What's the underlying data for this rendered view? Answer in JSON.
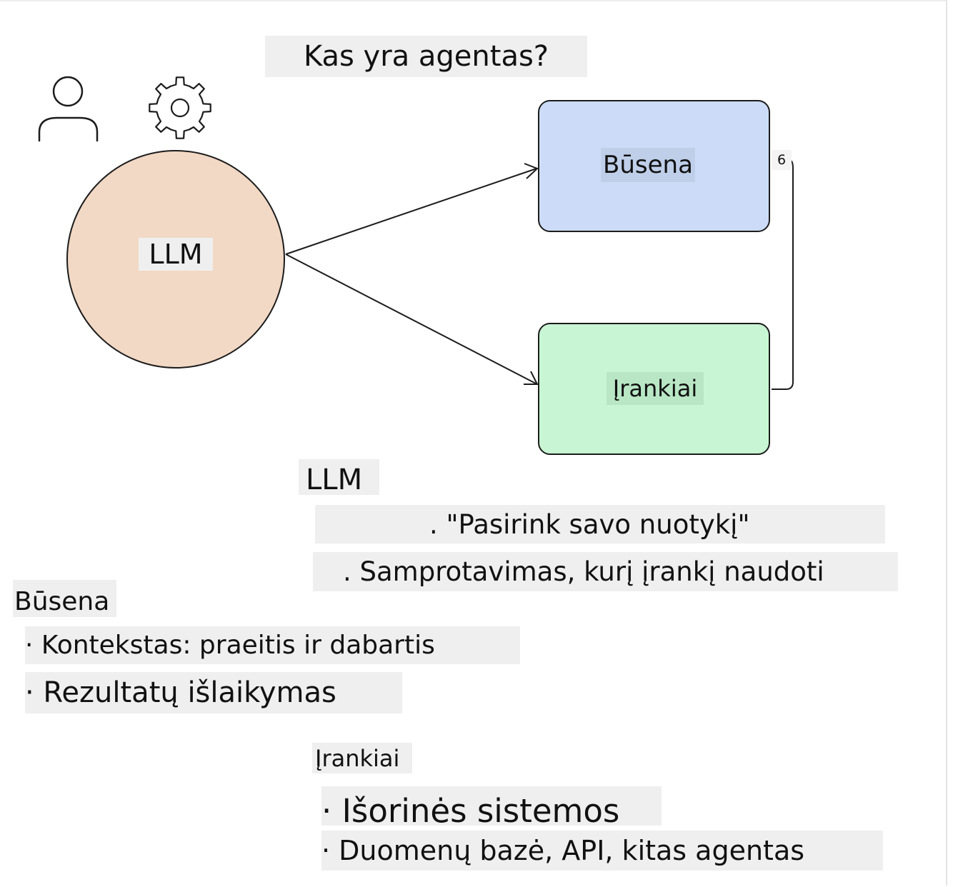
{
  "title": "Kas yra agentas?",
  "icons": {
    "user": "user-icon",
    "settings": "gear-icon"
  },
  "nodes": {
    "llm": "LLM",
    "state": "Būsena",
    "tools": "Įrankiai",
    "loop_badge": "6"
  },
  "colors": {
    "llm_fill": "#f2d9c5",
    "state_fill": "#ccdcf8",
    "tools_fill": "#c8f5d4",
    "label_bg": "#efefef",
    "stroke": "#1c1c1c"
  },
  "sections": {
    "llm": {
      "heading": "LLM",
      "items": [
        ". \"Pasirink savo nuotykį\"",
        ". Samprotavimas, kurį įrankį naudoti"
      ]
    },
    "state": {
      "heading": "Būsena",
      "items": [
        "· Kontekstas: praeitis ir dabartis",
        "· Rezultatų išlaikymas"
      ]
    },
    "tools": {
      "heading": "Įrankiai",
      "items": [
        "· Išorinės sistemos",
        "· Duomenų bazė, API, kitas agentas"
      ]
    }
  }
}
